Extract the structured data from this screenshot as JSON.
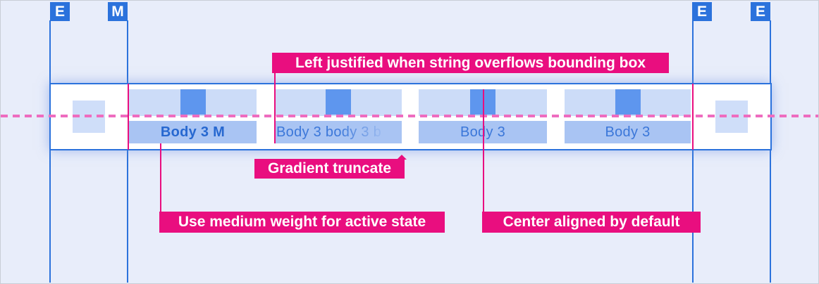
{
  "markers": [
    {
      "id": "edge-left",
      "label": "E"
    },
    {
      "id": "margin-left",
      "label": "M"
    },
    {
      "id": "margin-right",
      "label": "E"
    },
    {
      "id": "edge-right",
      "label": "E"
    }
  ],
  "annotations": {
    "left_justified": "Left justified when string overflows bounding box",
    "gradient_truncate": "Gradient truncate",
    "medium_weight": "Use medium weight for active state",
    "center_aligned": "Center aligned by default"
  },
  "tabbar": {
    "tabs": [
      {
        "label": "Body 3 M",
        "state": "active",
        "alignment": "center",
        "weight": "medium"
      },
      {
        "label": "Body 3 body 3 b",
        "state": "default",
        "alignment": "left",
        "truncation": "gradient"
      },
      {
        "label": "Body 3",
        "state": "default",
        "alignment": "center"
      },
      {
        "label": "Body 3",
        "state": "default",
        "alignment": "center"
      }
    ]
  },
  "colors": {
    "background": "#e8edfa",
    "guide_blue": "#2b72dc",
    "surface": "#ffffff",
    "tab_icon_area": "#ccdcf8",
    "tab_icon": "#5e96ee",
    "tab_label_area": "#a9c4f3",
    "tab_text": "#3b77d9",
    "tab_text_active": "#2768d0",
    "annotation_magenta": "#e90e7f",
    "baseline_pink": "#ee6cbf",
    "end_square": "#cfdef9"
  }
}
